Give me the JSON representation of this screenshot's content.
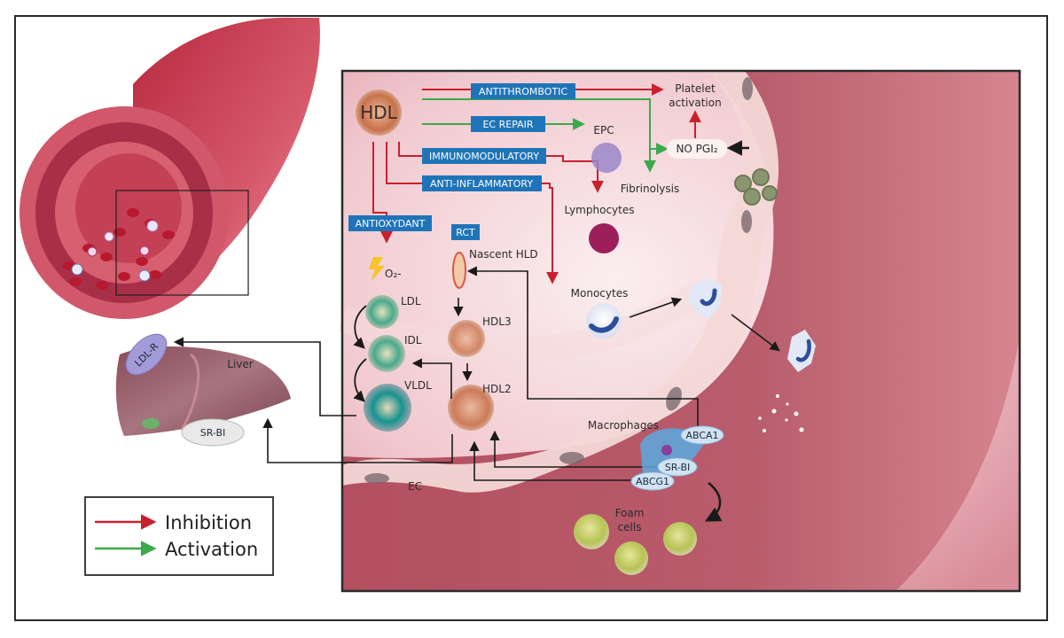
{
  "diagram": {
    "hdl_label": "HDL",
    "function_boxes": {
      "antithrombotic": "ANTITHROMBOTIC",
      "ec_repair": "EC REPAIR",
      "immunomodulatory": "IMMUNOMODULATORY",
      "anti_inflammatory": "ANTI-INFLAMMATORY",
      "antioxydant": "ANTIOXYDANT",
      "rct": "RCT"
    },
    "targets": {
      "platelet_line1": "Platelet",
      "platelet_line2": "activation",
      "epc": "EPC",
      "no_pgi2": "NO  PGI₂",
      "fibrinolysis": "Fibrinolysis",
      "lymphocytes": "Lymphocytes",
      "monocytes": "Monocytes",
      "o2": "O₂-"
    },
    "lipoproteins": {
      "nascent": "Nascent HLD",
      "hdl3": "HDL3",
      "hdl2": "HDL2",
      "ldl": "LDL",
      "idl": "IDL",
      "vldl": "VLDL"
    },
    "liver": {
      "label": "Liver",
      "ldl_r": "LDL-R",
      "sr_bi": "SR-BI"
    },
    "macrophage": {
      "label": "Macrophages",
      "abca1": "ABCA1",
      "sr_bi": "SR-BI",
      "abcg1": "ABCG1",
      "foam_line1": "Foam",
      "foam_line2": "cells",
      "ec": "EC"
    },
    "colors": {
      "inhibition": "#c8202f",
      "activation": "#3aaa4a",
      "box": "#1f74b8",
      "vessel": "#c25466"
    }
  },
  "legend": {
    "inhibition": "Inhibition",
    "activation": "Activation"
  }
}
